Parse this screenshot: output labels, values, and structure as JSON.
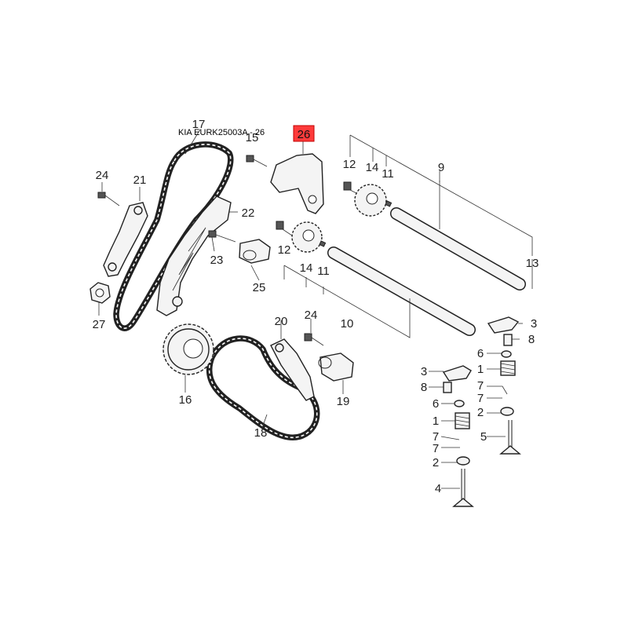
{
  "title": "KIA EURK25003A - 26",
  "highlight": {
    "label": "26",
    "color": "#ff3b3b"
  },
  "labels": [
    "17",
    "15",
    "24",
    "21",
    "22",
    "23",
    "25",
    "27",
    "12",
    "14",
    "11",
    "9",
    "13",
    "12",
    "14",
    "11",
    "10",
    "20",
    "24",
    "16",
    "19",
    "18",
    "3",
    "8",
    "6",
    "1",
    "7",
    "7",
    "2",
    "5",
    "3",
    "8",
    "6",
    "1",
    "7",
    "7",
    "2",
    "4"
  ]
}
